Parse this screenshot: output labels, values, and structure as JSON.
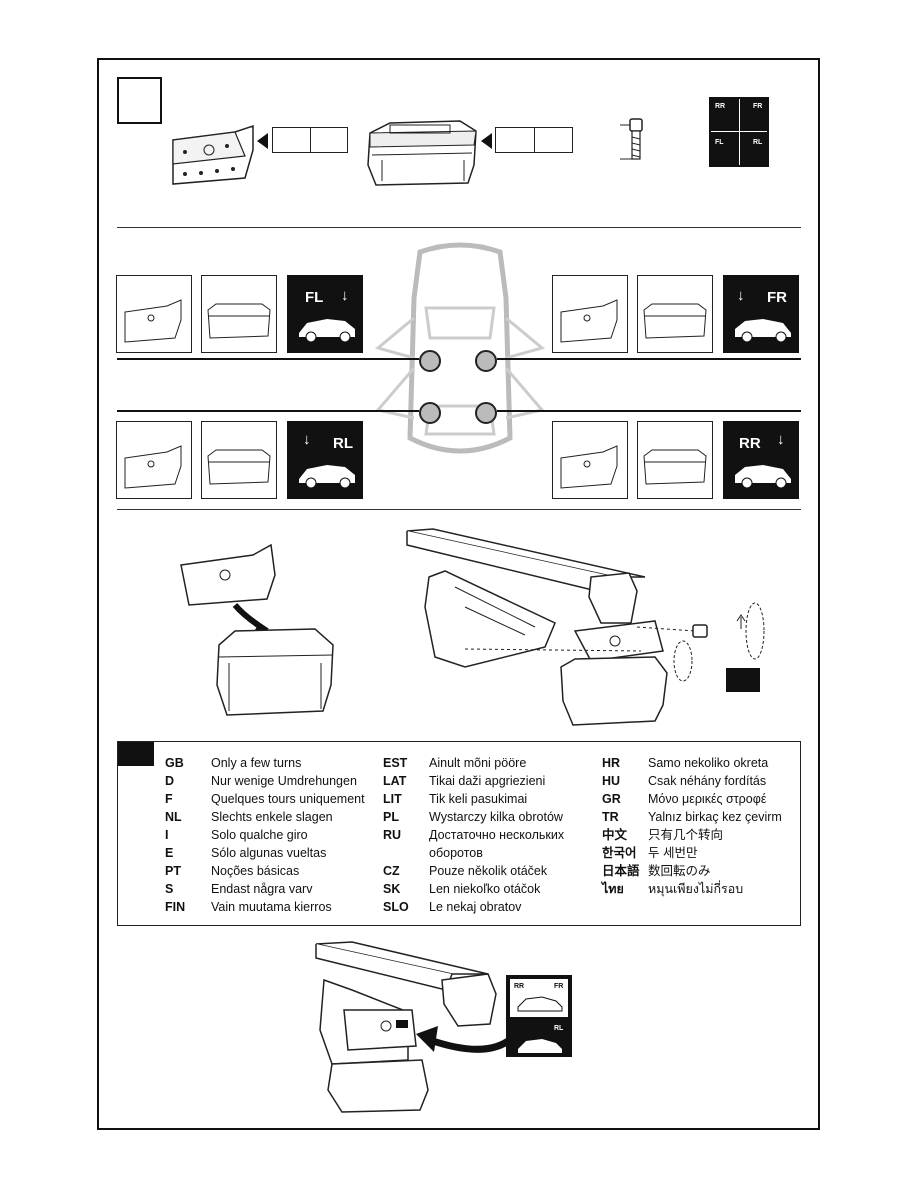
{
  "step": {
    "number": ""
  },
  "positions": {
    "fl": "FL",
    "fr": "FR",
    "rl": "RL",
    "rr": "RR"
  },
  "legend": {
    "col1": [
      {
        "code": "GB",
        "text": "Only a few turns"
      },
      {
        "code": "D",
        "text": "Nur wenige Umdrehungen"
      },
      {
        "code": "F",
        "text": "Quelques tours uniquement"
      },
      {
        "code": "NL",
        "text": "Slechts enkele slagen"
      },
      {
        "code": "I",
        "text": "Solo qualche giro"
      },
      {
        "code": "E",
        "text": "Sólo algunas vueltas"
      },
      {
        "code": "PT",
        "text": "Noções básicas"
      },
      {
        "code": "S",
        "text": "Endast några varv"
      },
      {
        "code": "FIN",
        "text": "Vain muutama kierros"
      }
    ],
    "col2": [
      {
        "code": "EST",
        "text": "Ainult mõni pööre"
      },
      {
        "code": "LAT",
        "text": "Tikai daži apgriezieni"
      },
      {
        "code": "LIT",
        "text": "Tik keli pasukimai"
      },
      {
        "code": "PL",
        "text": "Wystarczy kilka obrotów"
      },
      {
        "code": "RU",
        "text": "Достаточно нескольких"
      },
      {
        "code": "",
        "text": "оборотов"
      },
      {
        "code": "CZ",
        "text": "Pouze několik otáček"
      },
      {
        "code": "SK",
        "text": "Len niekoľko otáčok"
      },
      {
        "code": "SLO",
        "text": "Le nekaj obratov"
      }
    ],
    "col3": [
      {
        "code": "HR",
        "text": "Samo nekoliko okreta"
      },
      {
        "code": "HU",
        "text": "Csak néhány fordítás"
      },
      {
        "code": "GR",
        "text": "Μόνο μερικές στροφέ"
      },
      {
        "code": "TR",
        "text": "Yalnız birkaç kez çevirm"
      },
      {
        "code": "中文",
        "text": "只有几个转向"
      },
      {
        "code": "한국어",
        "text": "두 세번만"
      },
      {
        "code": "日本語",
        "text": "数回転のみ"
      },
      {
        "code": "ไทย",
        "text": "หมุนเพียงไม่กี่รอบ"
      }
    ]
  },
  "colors": {
    "ink": "#111111",
    "car_outline": "#bbbbbb"
  }
}
